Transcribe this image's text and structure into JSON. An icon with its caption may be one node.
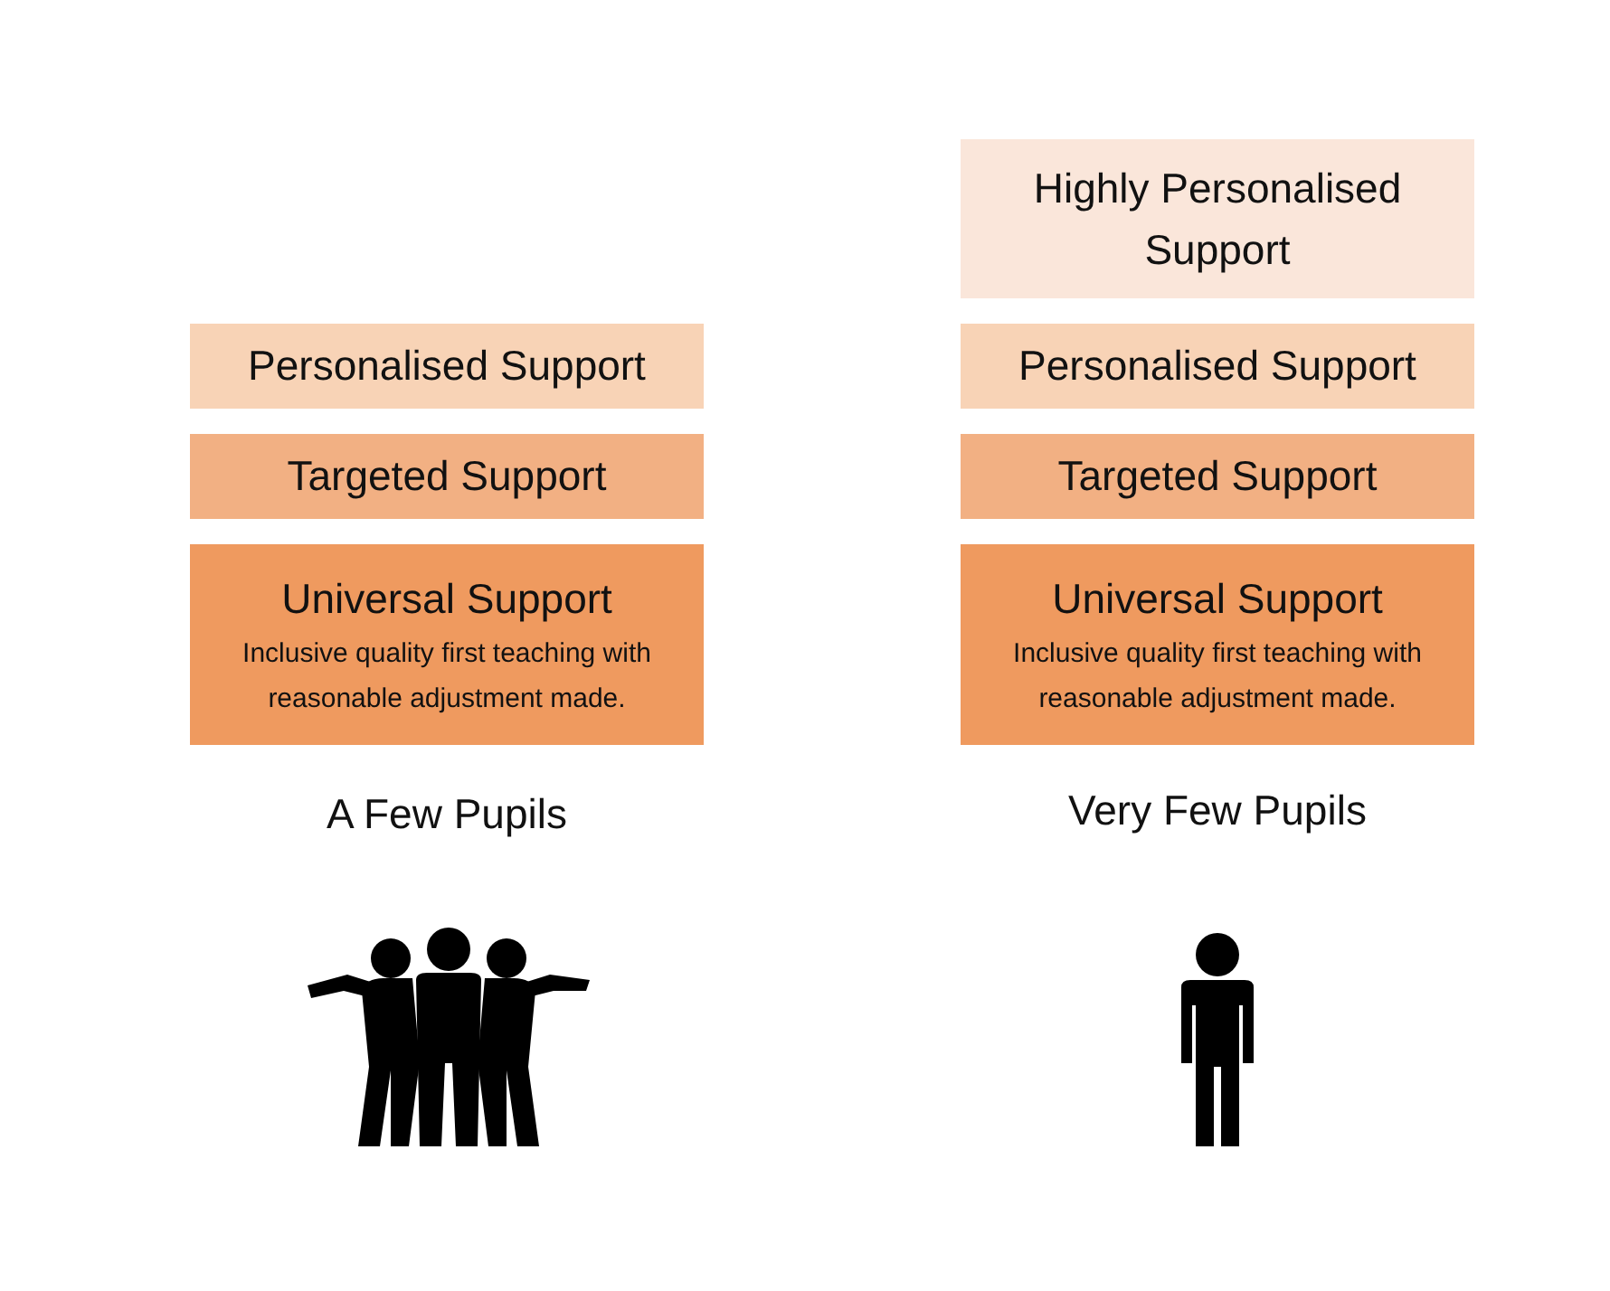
{
  "diagram": {
    "nodes": [
      {
        "text": [
          "Personalised Support"
        ]
      },
      {
        "text": [
          "Targeted Support"
        ]
      },
      {
        "text": [
          "Universal Support",
          "Inclusive quality first teaching with reasonable adjustment made."
        ]
      },
      {
        "text": [
          "Highly Personalised Support"
        ]
      },
      {
        "text": [
          "Personalised Support"
        ]
      },
      {
        "text": [
          "Targeted Support"
        ]
      },
      {
        "text": [
          "Universal Support",
          "Inclusive quality first teaching with reasonable adjustment made."
        ]
      }
    ],
    "labels": [
      "A Few Pupils",
      "Very Few Pupils"
    ]
  }
}
